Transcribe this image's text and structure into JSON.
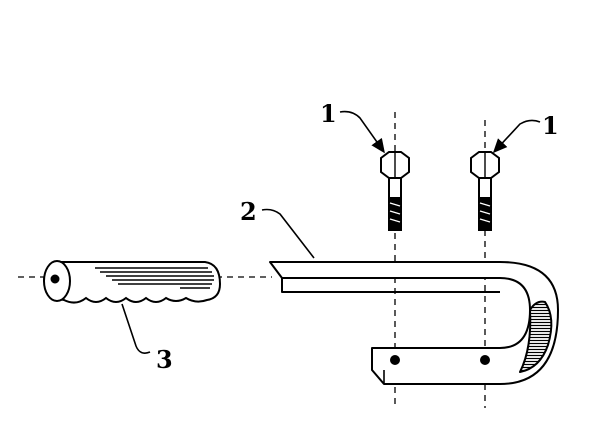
{
  "diagram": {
    "callouts": {
      "bolt_left": "1",
      "bolt_right": "1",
      "bracket": "2",
      "grip": "3"
    },
    "parts": [
      {
        "number": "1",
        "icon": "hex-bolt-icon"
      },
      {
        "number": "2",
        "icon": "j-bracket-icon"
      },
      {
        "number": "3",
        "icon": "handle-grip-icon"
      }
    ],
    "colors": {
      "ink": "#000000",
      "paper": "#ffffff"
    }
  }
}
